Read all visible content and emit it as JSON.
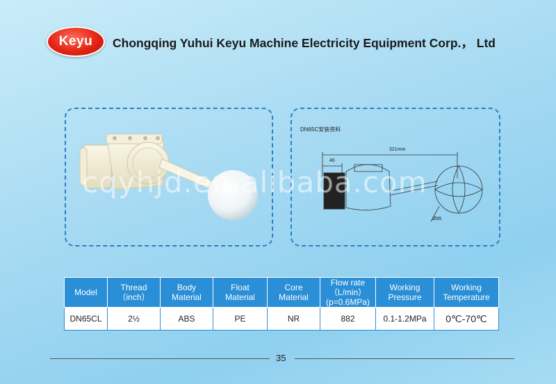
{
  "header": {
    "logo_text": "Keyu",
    "company_name": "Chongqing Yuhui Keyu Machine Electricity Equipment Corp.， Ltd"
  },
  "watermark": "cqyhjd.en.alibaba.com",
  "drawing": {
    "title": "DN65C安装资料",
    "dim_total": "321mm",
    "dim_left": "46",
    "dim_ball": "Ø95"
  },
  "table": {
    "headers": [
      "Model",
      "Thread\n（inch）",
      "Body\nMaterial",
      "Float\nMaterial",
      "Core\nMaterial",
      "Flow  rate\n（L/min）\n(p=0.6MPa)",
      "Working\nPressure",
      "Working\nTemperature"
    ],
    "rows": [
      [
        "DN65CL",
        "2½",
        "ABS",
        "PE",
        "NR",
        "882",
        "0.1-1.2MPa",
        "0℃-70℃"
      ]
    ]
  },
  "footer": {
    "page_number": "35"
  },
  "colors": {
    "accent": "#2a8fd6",
    "logo_red": "#e32414",
    "border_dash": "#2a7fc4"
  }
}
